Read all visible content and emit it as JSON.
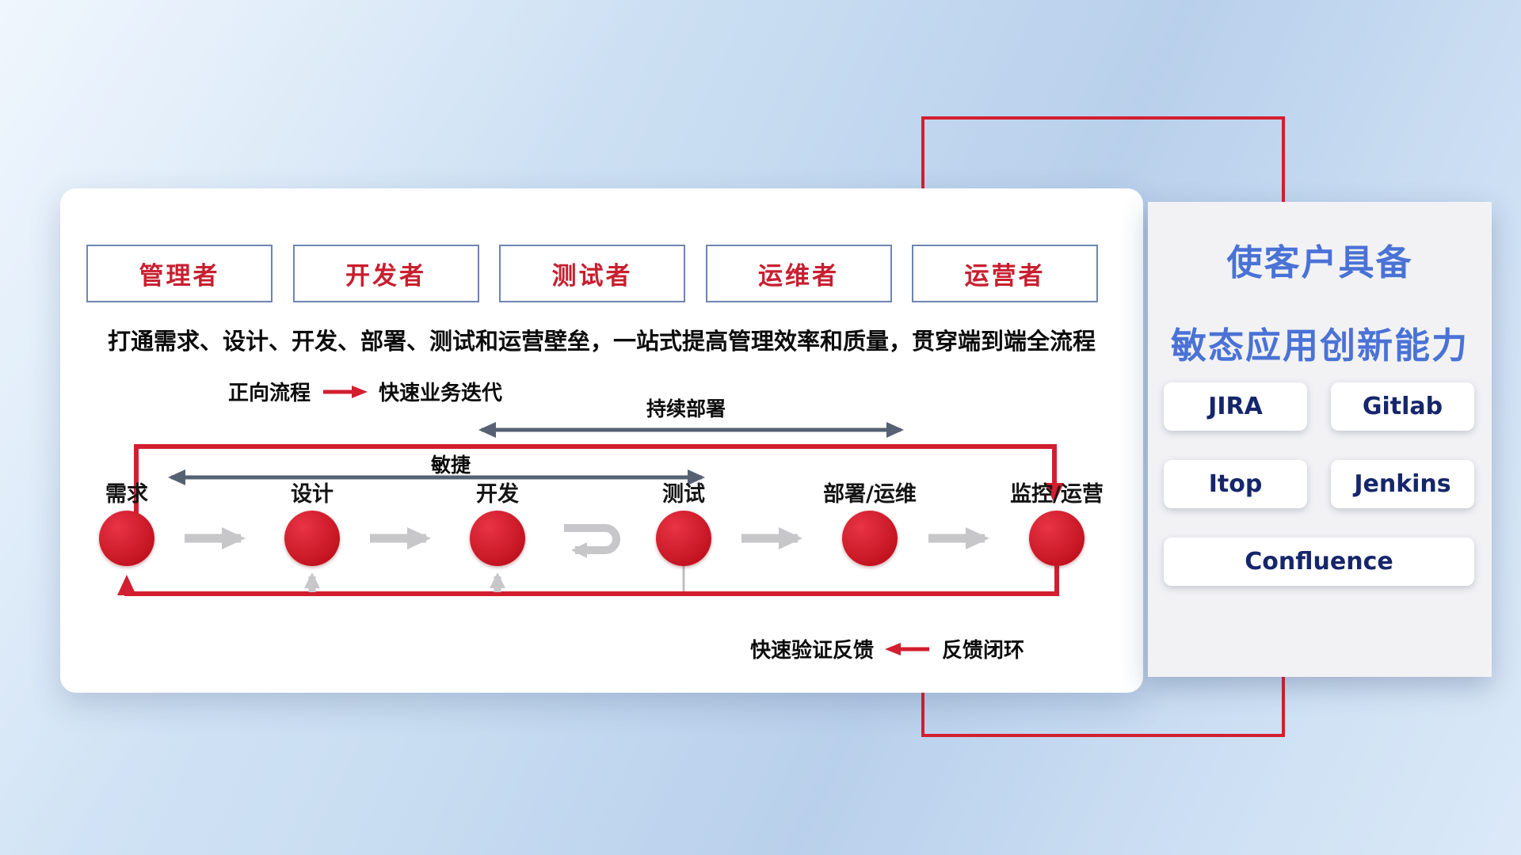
{
  "colors": {
    "accent_red": "#d21f2f",
    "title_blue": "#4a72d6",
    "tool_navy": "#15266b",
    "arrow_gray": "#c7c7c9",
    "arrow_dark": "#566273"
  },
  "roles": [
    {
      "label": "管理者"
    },
    {
      "label": "开发者"
    },
    {
      "label": "测试者"
    },
    {
      "label": "运维者"
    },
    {
      "label": "运营者"
    }
  ],
  "subtitle": "打通需求、设计、开发、部署、测试和运营壁垒，一站式提高管理效率和质量，贯穿端到端全流程",
  "legend_forward": {
    "label": "正向流程",
    "value": "快速业务迭代"
  },
  "legend_feedback": {
    "value": "快速验证反馈",
    "label": "反馈闭环"
  },
  "spans": {
    "continuous_deploy": "持续部署",
    "agile": "敏捷"
  },
  "stages": [
    {
      "label": "需求"
    },
    {
      "label": "设计"
    },
    {
      "label": "开发"
    },
    {
      "label": "测试"
    },
    {
      "label": "部署/运维"
    },
    {
      "label": "监控/运营"
    }
  ],
  "panel": {
    "title_line1": "使客户具备",
    "title_line2": "敏态应用创新能力",
    "tools": [
      "JIRA",
      "Gitlab",
      "Itop",
      "Jenkins",
      "Confluence"
    ]
  }
}
